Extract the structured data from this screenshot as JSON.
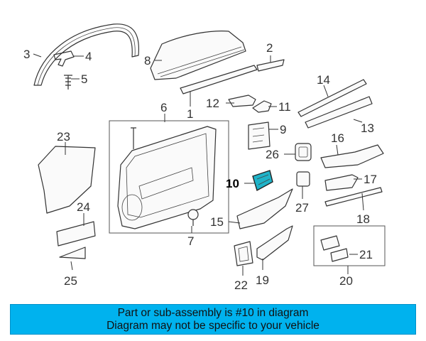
{
  "callouts": {
    "c1": "1",
    "c2": "2",
    "c3": "3",
    "c4": "4",
    "c5": "5",
    "c6": "6",
    "c7": "7",
    "c8": "8",
    "c9": "9",
    "c10": "10",
    "c11": "11",
    "c12": "12",
    "c13": "13",
    "c14": "14",
    "c15": "15",
    "c16": "16",
    "c17": "17",
    "c18": "18",
    "c19": "19",
    "c20": "20",
    "c21": "21",
    "c22": "22",
    "c23": "23",
    "c24": "24",
    "c25": "25",
    "c26": "26",
    "c27": "27"
  },
  "highlight_color": "#1fb3c8",
  "banner": {
    "line1": "Part or sub-assembly is #10 in diagram",
    "line2": "Diagram may not be specific to your vehicle",
    "color": "#00b2ee"
  }
}
